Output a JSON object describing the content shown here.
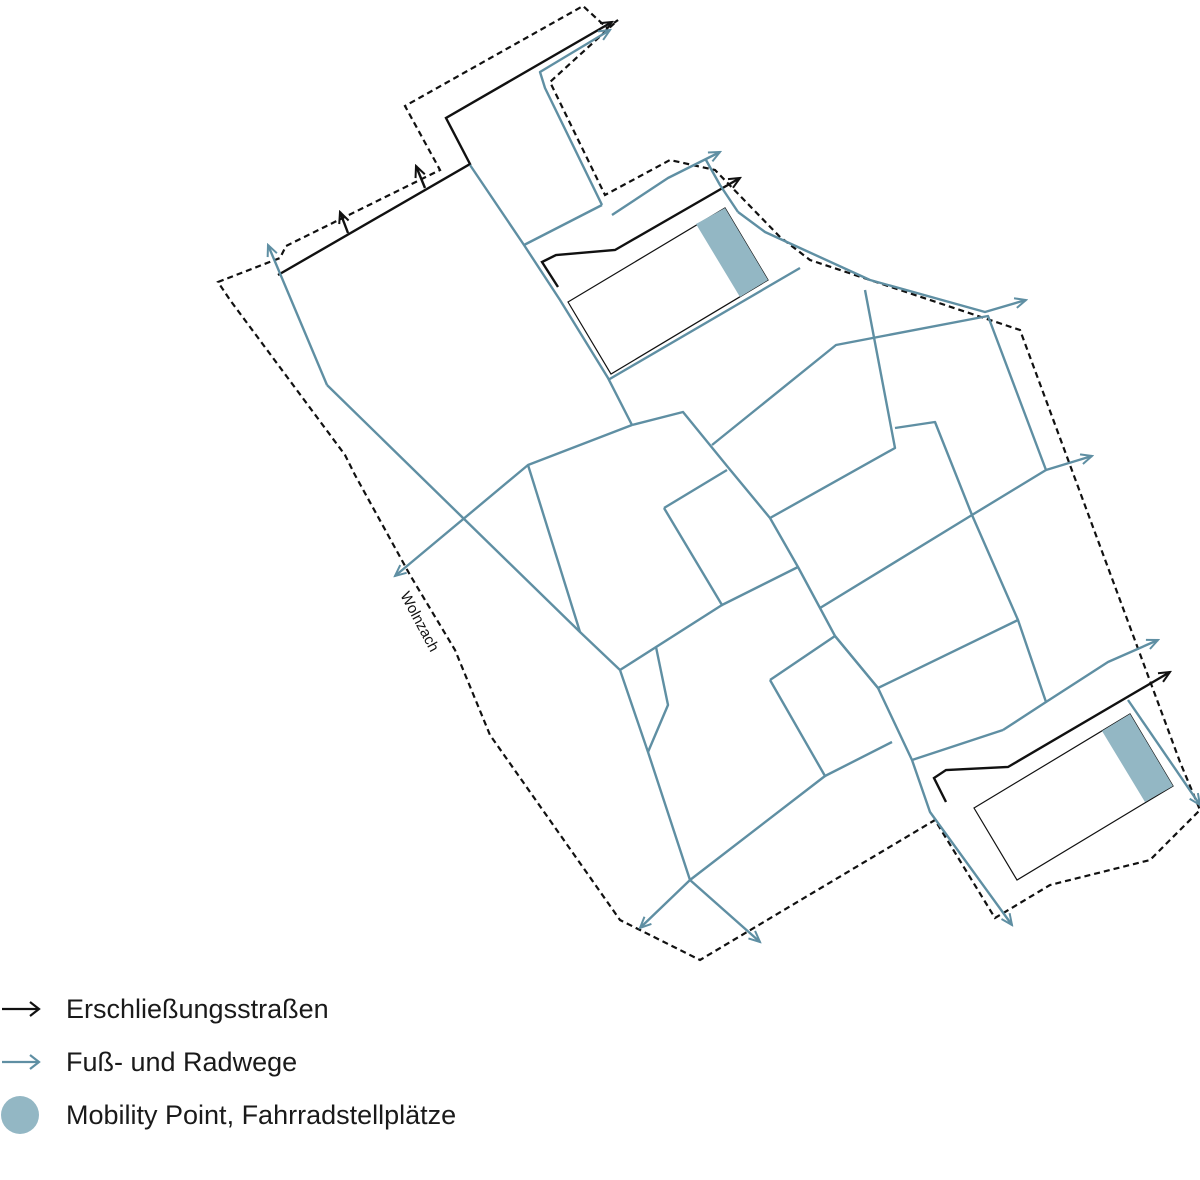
{
  "colors": {
    "road": "#111111",
    "path": "#5f8fa3",
    "mobility": "#93b7c4",
    "boundary": "#111111"
  },
  "map": {
    "place_label": "Wolnzach"
  },
  "legend": [
    {
      "symbol": "black-arrow-icon",
      "label": "Erschließungsstraßen"
    },
    {
      "symbol": "blue-arrow-icon",
      "label": "Fuß- und Radwege"
    },
    {
      "symbol": "blue-circle-icon",
      "label": "Mobility Point, Fahrradstellplätze"
    }
  ]
}
